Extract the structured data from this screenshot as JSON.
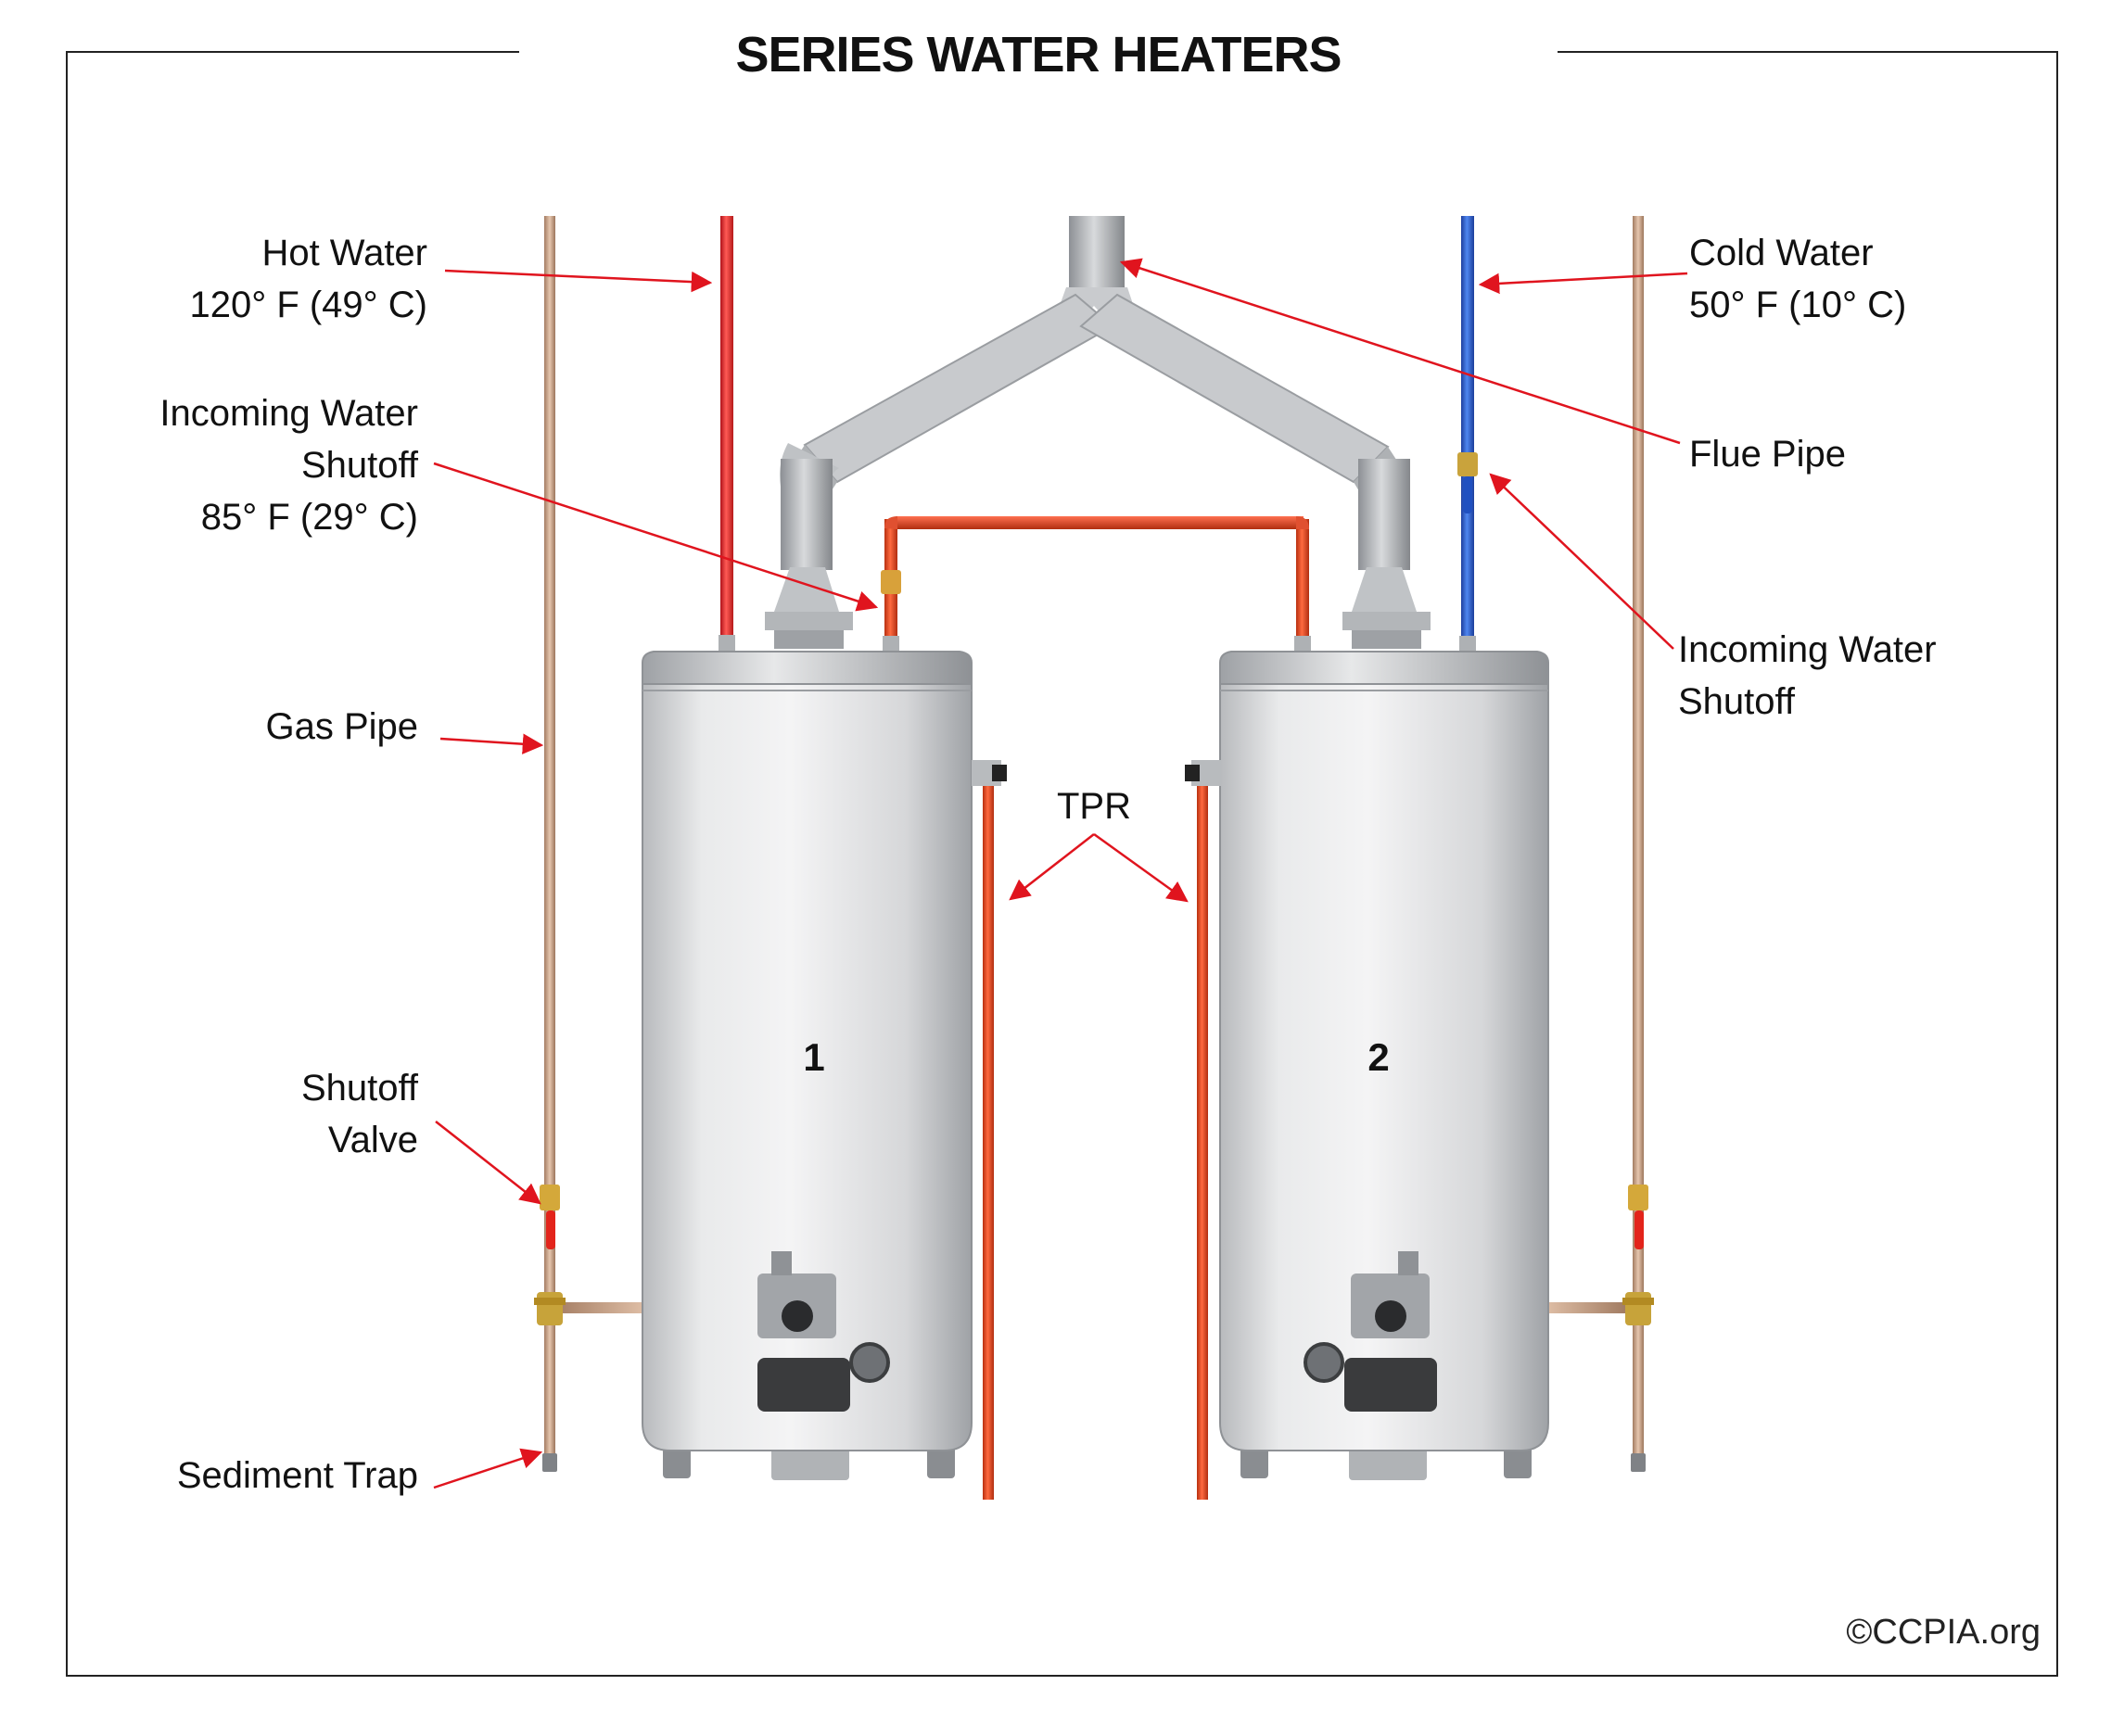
{
  "title": "SERIES WATER HEATERS",
  "labels": {
    "hot_water": [
      "Hot Water",
      "120° F (49° C)"
    ],
    "incoming_shutoff_left": [
      "Incoming Water",
      "Shutoff",
      "85° F (29° C)"
    ],
    "gas_pipe": "Gas Pipe",
    "shutoff_valve": [
      "Shutoff",
      "Valve"
    ],
    "sediment_trap": "Sediment Trap",
    "cold_water": [
      "Cold Water",
      "50° F (10° C)"
    ],
    "flue_pipe": "Flue Pipe",
    "incoming_shutoff_right": [
      "Incoming Water",
      "Shutoff"
    ],
    "tpr": "TPR"
  },
  "heaters": [
    {
      "number": "1"
    },
    {
      "number": "2"
    }
  ],
  "copyright": "©CCPIA.org",
  "colors": {
    "hot_pipe": "#e8322d",
    "connector_pipe": "#e8431f",
    "cold_pipe": "#2a5fd6",
    "gas_pipe": "#c9a184",
    "flue": "#b9bcbf",
    "tank": "#e2e3e4",
    "leader": "#e0141e"
  }
}
